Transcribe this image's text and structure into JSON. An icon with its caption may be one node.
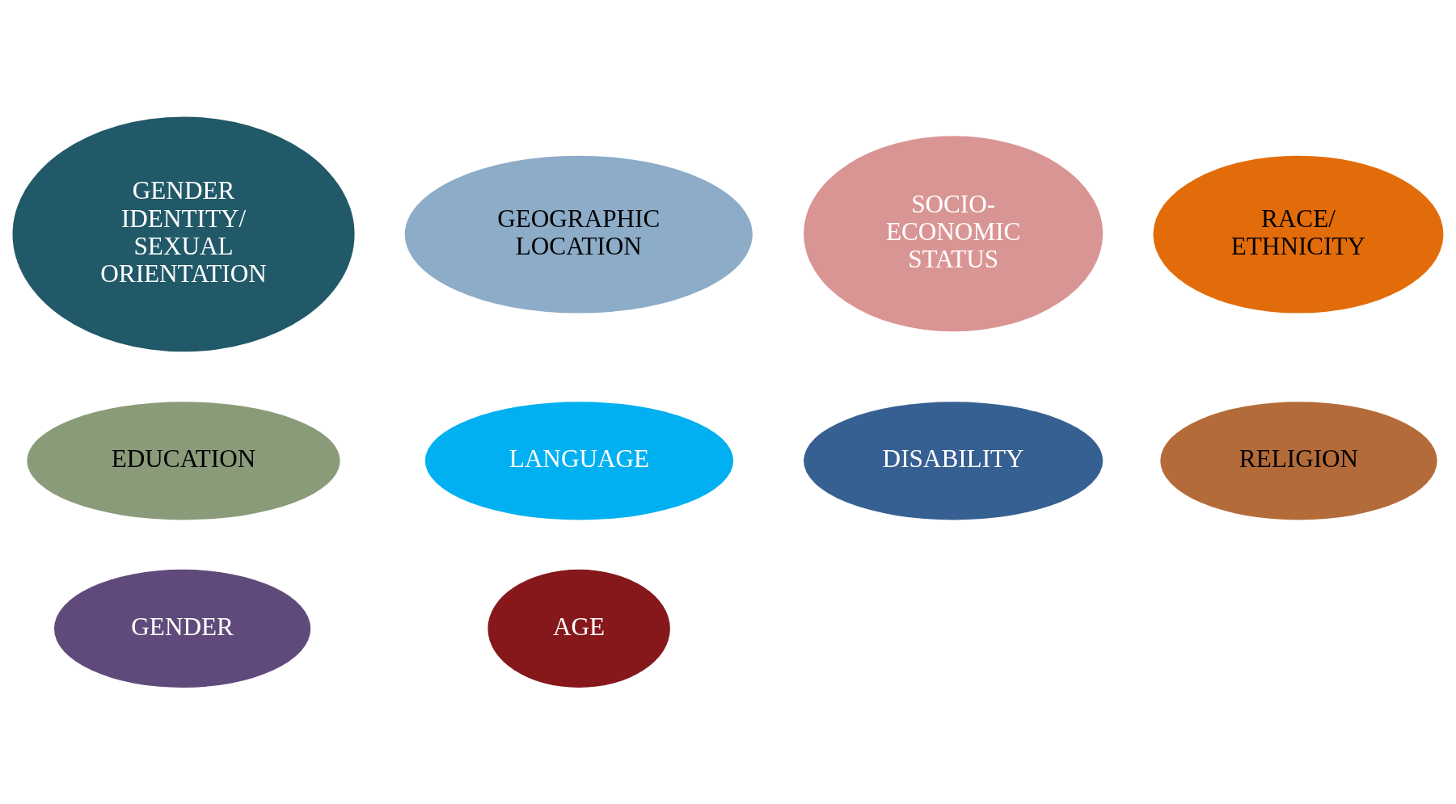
{
  "diagram": {
    "nodes": [
      {
        "text": [
          "GENDER IDENTITY/ SEXUAL ORIENTATION"
        ]
      },
      {
        "text": [
          "RELIGION"
        ]
      },
      {
        "text": [
          "GEOGRAPHIC LOCATION"
        ]
      },
      {
        "text": [
          "AGE"
        ]
      },
      {
        "text": [
          "EDUCATION"
        ]
      },
      {
        "text": [
          "RACE/ ETHNICITY"
        ]
      },
      {
        "text": [
          "GENDER"
        ]
      },
      {
        "text": [
          "DISABILITY"
        ]
      },
      {
        "text": [
          "SOCIO- ECONOMIC STATUS"
        ]
      },
      {
        "text": [
          "LANGUAGE"
        ]
      }
    ]
  }
}
